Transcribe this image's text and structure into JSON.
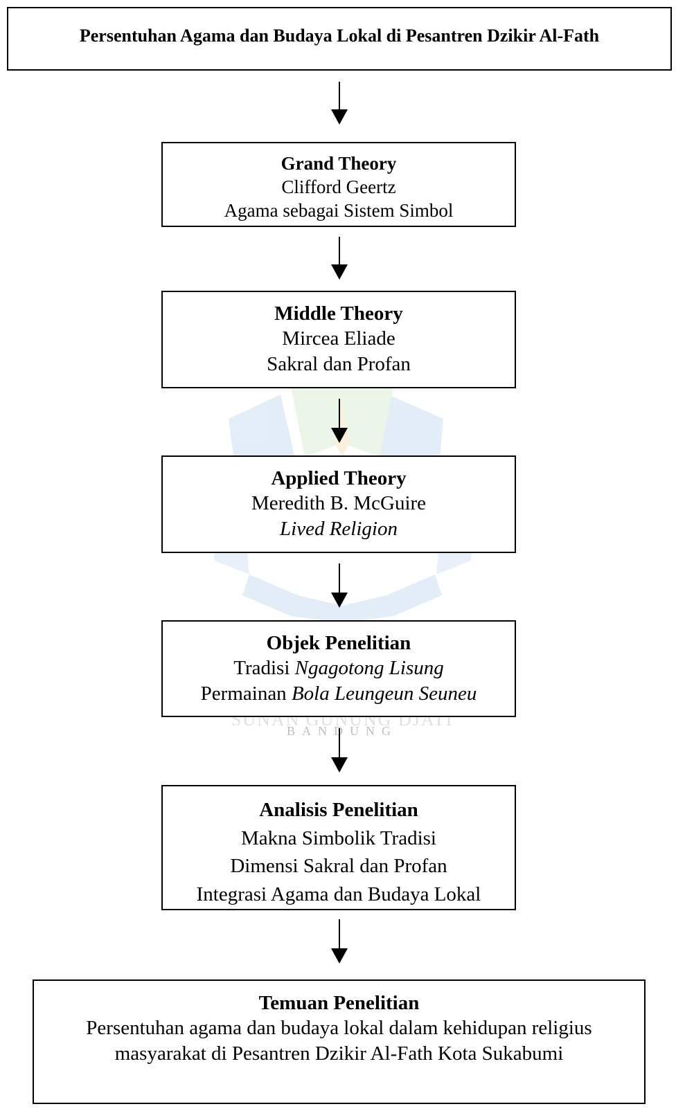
{
  "diagram": {
    "header": {
      "title": "Persentuhan Agama dan Budaya Lokal di Pesantren Dzikir Al-Fath"
    },
    "grand_theory": {
      "title": "Grand Theory",
      "line1": "Clifford Geertz",
      "line2": "Agama sebagai Sistem Simbol"
    },
    "middle_theory": {
      "title": "Middle Theory",
      "line1": "Mircea Eliade",
      "line2": "Sakral dan Profan"
    },
    "applied_theory": {
      "title": "Applied Theory",
      "line1": "Meredith B. McGuire",
      "line2": "Lived Religion"
    },
    "objek": {
      "title": "Objek Penelitian",
      "line1_prefix": "Tradisi ",
      "line1_italic": "Ngagotong Lisung",
      "line2_prefix": "Permainan ",
      "line2_italic": "Bola Leungeun Seuneu"
    },
    "analisis": {
      "title": "Analisis Penelitian",
      "line1": "Makna Simbolik Tradisi",
      "line2": "Dimensi Sakral dan Profan",
      "line3": "Integrasi Agama dan Budaya Lokal"
    },
    "temuan": {
      "title": "Temuan Penelitian",
      "line1": "Persentuhan agama dan budaya lokal dalam kehidupan religius",
      "line2": "masyarakat di Pesantren Dzikir Al-Fath Kota Sukabumi"
    },
    "watermark_text": "SUNAN GUNUNG DJATI",
    "watermark_subtext": "BANDUNG"
  }
}
